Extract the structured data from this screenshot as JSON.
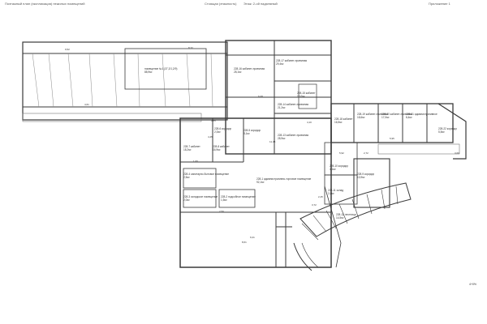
{
  "header": {
    "left_text": "Поэтажный план (экспликация) нежилых помещений",
    "center_text": "Этаж: 2-ой надземный",
    "center_small": "Стоящая (этажность)",
    "right_text": "Приложение 1"
  },
  "rooms": [
    {
      "id": "big-hall",
      "name": "помещение №1 (37,2/1,2/9)",
      "area": "88,9м²"
    },
    {
      "id": "r228-17",
      "name": "228-17 кабинет-приемная",
      "area": "29,4м²"
    },
    {
      "id": "r228-16",
      "name": "228-16 кабинет-приемная",
      "area": "28,1м²"
    },
    {
      "id": "r228-15",
      "name": "228-15 кабинет",
      "area": "15,0м²"
    },
    {
      "id": "r228-14",
      "name": "228-14 кабинет-приемная",
      "area": "21,2м²"
    },
    {
      "id": "r228-13",
      "name": "228-13 кабинет-приемная",
      "area": "28,9м²"
    },
    {
      "id": "r228-18",
      "name": "228-18 кабинет",
      "area": "16,5м²"
    },
    {
      "id": "r228-19",
      "name": "228-19 кабинет-приемная",
      "area": "18,6м²"
    },
    {
      "id": "r228-20",
      "name": "228-20 кабинет-приемная",
      "area": "17,0м²"
    },
    {
      "id": "r228-21",
      "name": "228-21 административное",
      "area": "8,4м²"
    },
    {
      "id": "r228-22",
      "name": "228-22 коридор",
      "area": "5,5м²"
    },
    {
      "id": "r228-6",
      "name": "228-6 коридор",
      "area": "2,0м²"
    },
    {
      "id": "r228-7",
      "name": "228-7 кабинет",
      "area": "18,2м²"
    },
    {
      "id": "r228-8",
      "name": "228-8 кабинет",
      "area": "16,9м²"
    },
    {
      "id": "r228-5",
      "name": "228-5 коридор",
      "area": "8,1м²"
    },
    {
      "id": "r228-4",
      "name": "228-4 санитарно-бытовое помещение",
      "area": "2,5м²"
    },
    {
      "id": "r228-3",
      "name": "228-3 складское помещение",
      "area": "2,0м²"
    },
    {
      "id": "r228-1",
      "name": "228-1 административно-торговое помещение",
      "area": "92,1м²"
    },
    {
      "id": "r228-10",
      "name": "228-10 коридор",
      "area": "4,1м²"
    },
    {
      "id": "r228-11",
      "name": "228-11 склад",
      "area": "2,8м²"
    },
    {
      "id": "r228-2",
      "name": "228-2 подсобное помещение",
      "area": "1,5м²"
    },
    {
      "id": "r228-9",
      "name": "228-9 коридор",
      "area": "13,9м²"
    },
    {
      "id": "r228-12",
      "name": "228-12 лестница",
      "area": "14,5м²"
    }
  ],
  "dimensions": [
    "9,52",
    "4,61",
    "8,72",
    "3,55",
    "5,92",
    "2,50",
    "3,72",
    "2,45",
    "8,61",
    "11,38",
    "9,41",
    "4,10",
    "6,08",
    "2,72",
    "5,95",
    "3,60",
    "4,45",
    "1,60"
  ],
  "footer_mark": "4+0%"
}
